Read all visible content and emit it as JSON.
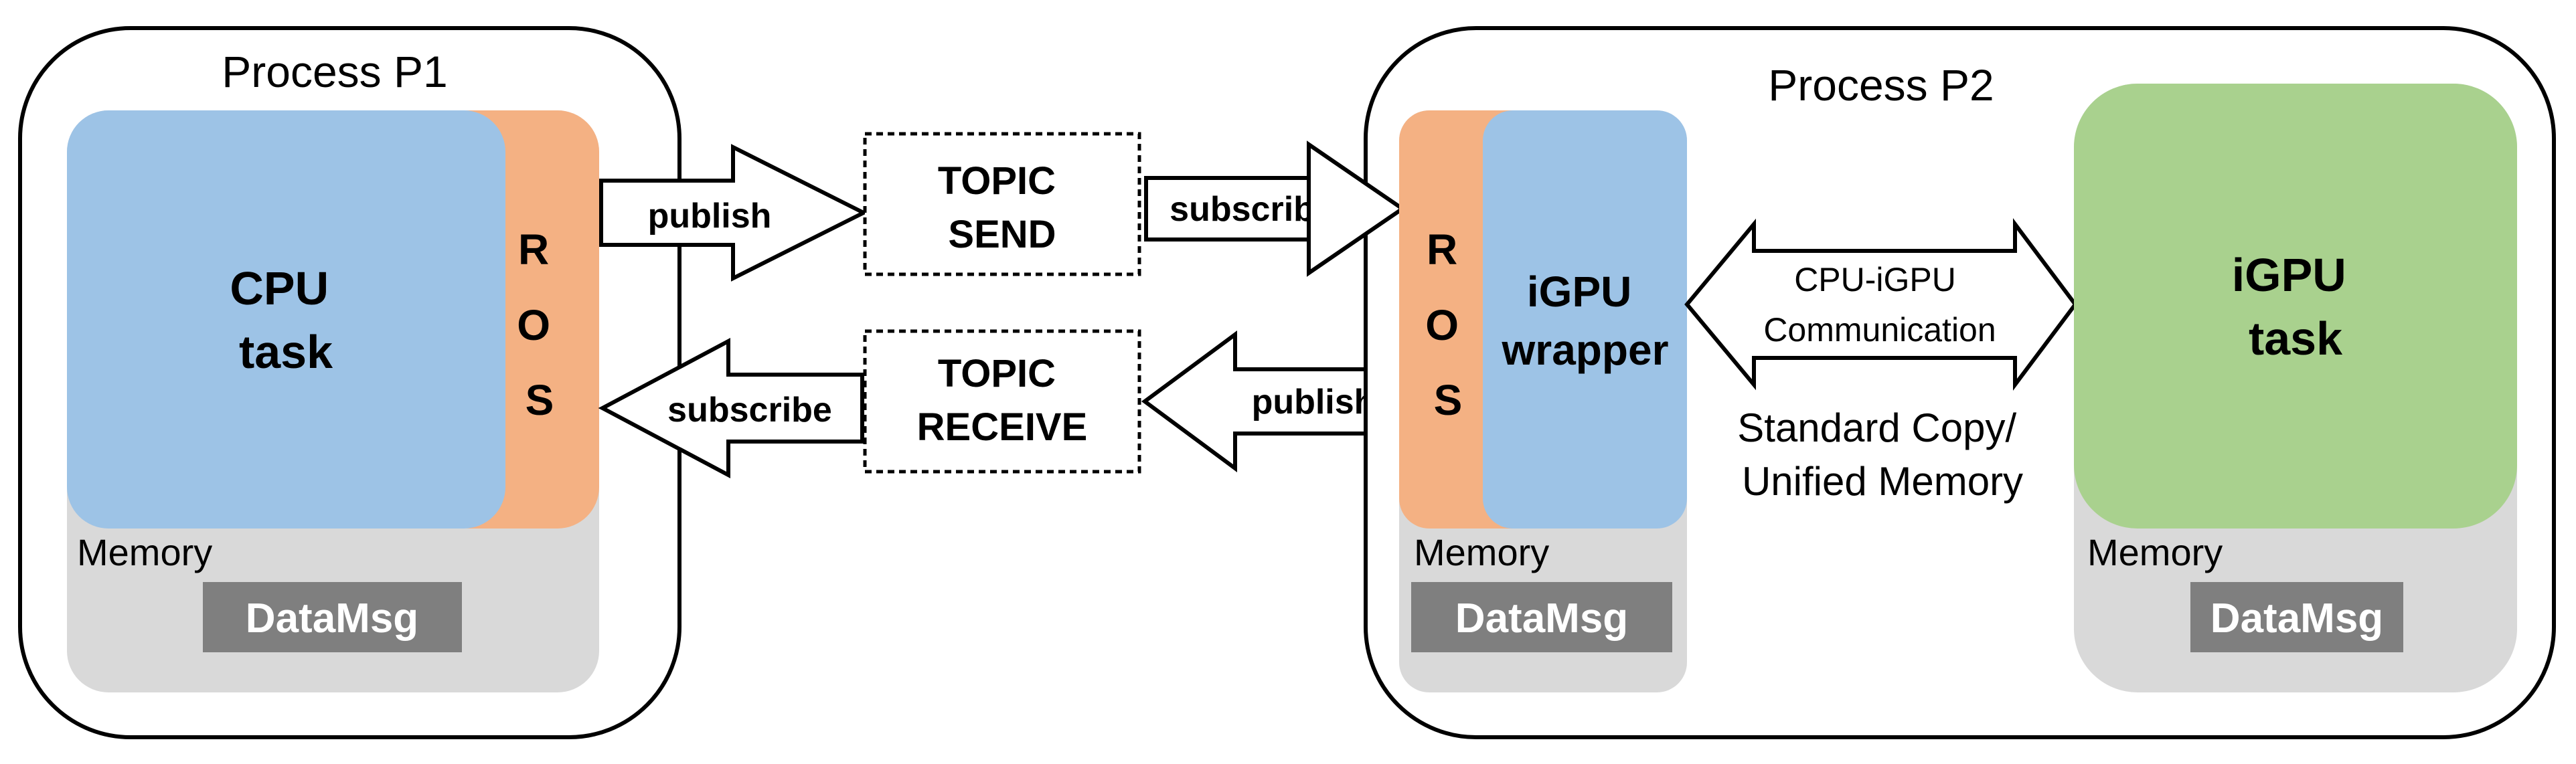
{
  "process_p1": {
    "title": "Process P1",
    "cpu_task": [
      "CPU",
      "task"
    ],
    "ros": [
      "R",
      "O",
      "S"
    ],
    "memory_label": "Memory",
    "datamsg": "DataMsg"
  },
  "process_p2": {
    "title": "Process P2",
    "ros": [
      "R",
      "O",
      "S"
    ],
    "igpu_wrapper": [
      "iGPU",
      "wrapper"
    ],
    "memory_label": "Memory",
    "datamsg": "DataMsg",
    "igpu_task": [
      "iGPU",
      "task"
    ],
    "igpu_memory_label": "Memory",
    "igpu_datamsg": "DataMsg",
    "comm_arrow": [
      "CPU-iGPU",
      "Communication"
    ],
    "comm_note": [
      "Standard Copy/",
      "Unified Memory"
    ]
  },
  "topic_send": [
    "TOPIC",
    "SEND"
  ],
  "topic_receive": [
    "TOPIC",
    "RECEIVE"
  ],
  "arrows": {
    "p1_publish": "publish",
    "p2_subscribe": "subscribe",
    "p1_subscribe": "subscribe",
    "p2_publish": "publish"
  },
  "colors": {
    "cpu_blue": "#9DC3E6",
    "ros_orange": "#F4B183",
    "igpu_green": "#A9D18E",
    "memory_gray": "#D9D9D9",
    "datamsg_gray": "#7F7F7F"
  }
}
